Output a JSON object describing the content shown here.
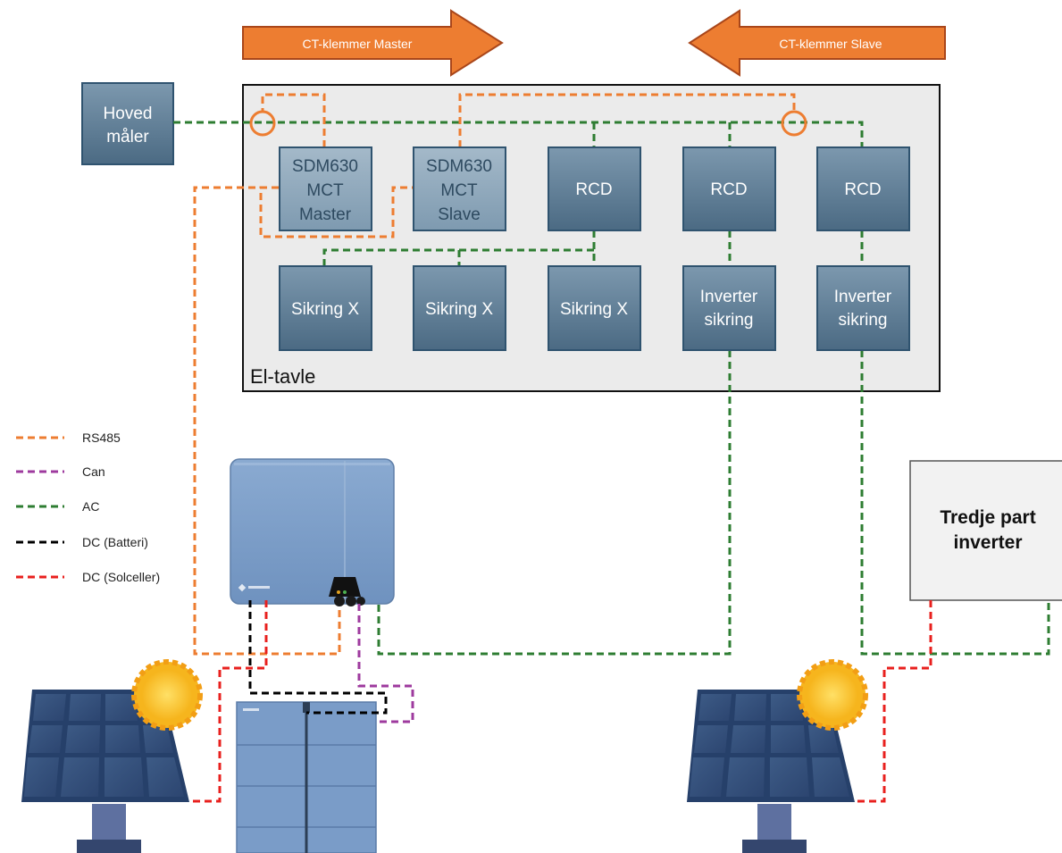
{
  "arrows": {
    "master": "CT-klemmer Master",
    "slave": "CT-klemmer Slave"
  },
  "main_meter": {
    "line1": "Hoved",
    "line2": "måler"
  },
  "panel": {
    "label": "El-tavle"
  },
  "meters": {
    "master": {
      "line1": "SDM630",
      "line2": "MCT",
      "line3": "Master"
    },
    "slave": {
      "line1": "SDM630",
      "line2": "MCT",
      "line3": "Slave"
    }
  },
  "rcds": [
    "RCD",
    "RCD",
    "RCD"
  ],
  "fuses": [
    "Sikring X",
    "Sikring X",
    "Sikring X"
  ],
  "inverter_fuses": [
    {
      "line1": "Inverter",
      "line2": "sikring"
    },
    {
      "line1": "Inverter",
      "line2": "sikring"
    }
  ],
  "third_party": {
    "line1": "Tredje part",
    "line2": "inverter"
  },
  "legend": [
    {
      "label": "RS485",
      "color": "#ED7D31"
    },
    {
      "label": "Can",
      "color": "#9E3A9E"
    },
    {
      "label": "AC",
      "color": "#2E7D32"
    },
    {
      "label": "DC (Batteri)",
      "color": "#000000"
    },
    {
      "label": "DC (Solceller)",
      "color": "#E8201E"
    }
  ],
  "colors": {
    "rs485": "#ED7D31",
    "can": "#9E3A9E",
    "ac": "#2E7D32",
    "dc_battery": "#000000",
    "dc_solar": "#E8201E",
    "arrow_fill": "#ED7D31",
    "box_fill": "#5F7E96",
    "panel_fill": "#EBEBEB"
  }
}
